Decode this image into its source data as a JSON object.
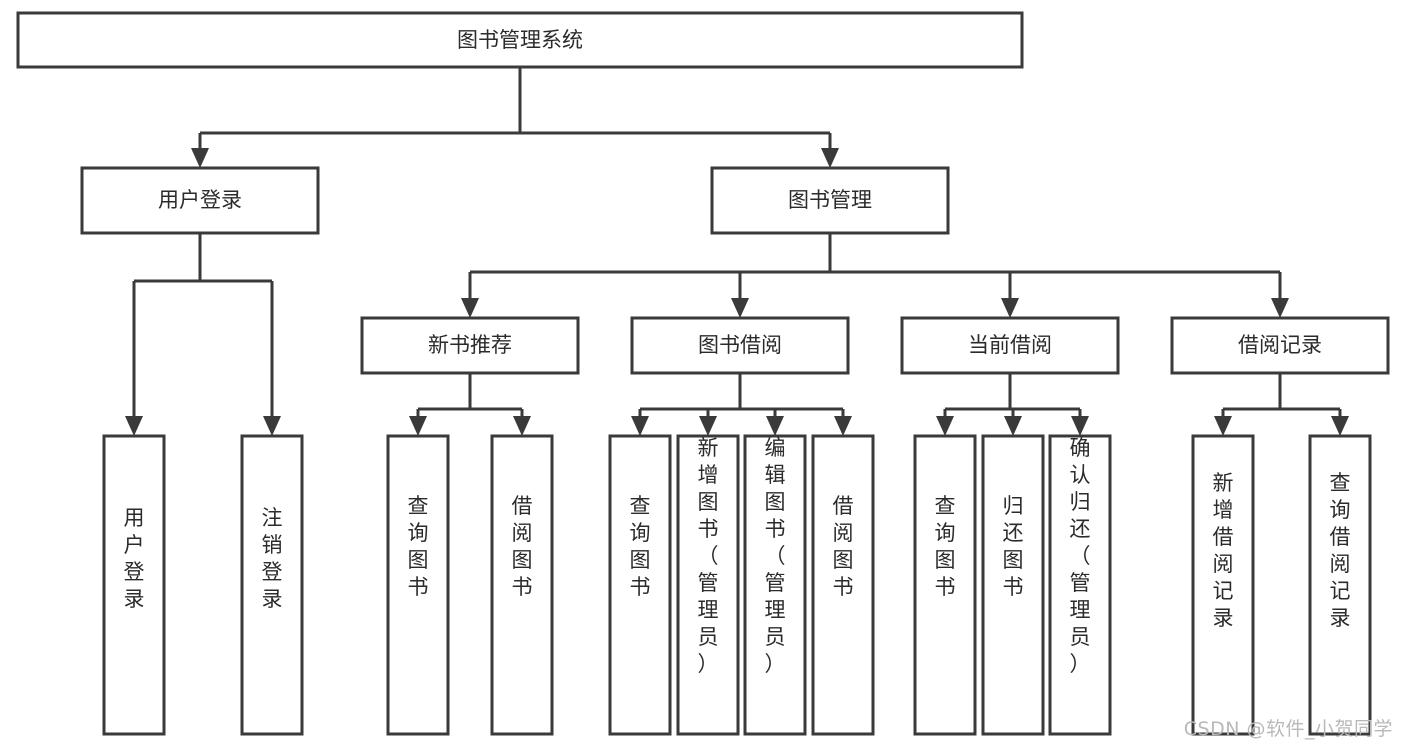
{
  "diagram": {
    "type": "tree",
    "title": "图书管理系统",
    "orientation": "top-down",
    "box_fill": "#ffffff",
    "box_stroke": "#3a3a3a",
    "text_color": "#2b2b2b",
    "background": "#ffffff"
  },
  "nodes": {
    "root": {
      "label": "图书管理系统"
    },
    "level2": [
      {
        "label": "用户登录"
      },
      {
        "label": "图书管理"
      }
    ],
    "level3": [
      {
        "label": "新书推荐"
      },
      {
        "label": "图书借阅"
      },
      {
        "label": "当前借阅"
      },
      {
        "label": "借阅记录"
      }
    ],
    "leaves": {
      "user_login": [
        {
          "label": "用户登录"
        },
        {
          "label": "注销登录"
        }
      ],
      "new_book_recommend": [
        {
          "label": "查询图书"
        },
        {
          "label": "借阅图书"
        }
      ],
      "book_borrow": [
        {
          "label": "查询图书"
        },
        {
          "label": "新增图书（管理员）"
        },
        {
          "label": "编辑图书（管理员）"
        },
        {
          "label": "借阅图书"
        }
      ],
      "current_borrow": [
        {
          "label": "查询图书"
        },
        {
          "label": "归还图书"
        },
        {
          "label": "确认归还（管理员）"
        }
      ],
      "borrow_record": [
        {
          "label": "新增借阅记录"
        },
        {
          "label": "查询借阅记录"
        }
      ]
    }
  },
  "watermark": {
    "text": "CSDN @软件_小贺同学"
  }
}
